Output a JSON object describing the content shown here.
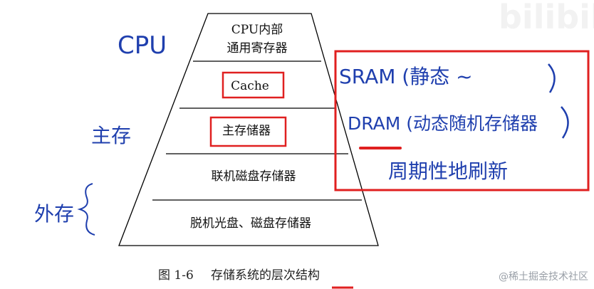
{
  "pyramid": {
    "levels": [
      {
        "lines": [
          "CPU内部",
          "通用寄存器"
        ],
        "highlighted": false
      },
      {
        "lines": [
          "Cache"
        ],
        "highlighted": true
      },
      {
        "lines": [
          "主存储器"
        ],
        "highlighted": true
      },
      {
        "lines": [
          "联机磁盘存储器"
        ],
        "highlighted": false
      },
      {
        "lines": [
          "脱机光盘、磁盘存储器"
        ],
        "highlighted": false
      }
    ]
  },
  "caption": {
    "figure_number": "图 1-6",
    "title": "存储系统的层次结构"
  },
  "annotations": {
    "cpu": "CPU",
    "main_memory": "主存",
    "external": "外存",
    "sram": "SRAM (静态 ~",
    "dram": "DRAM (动态随机存储器",
    "refresh": "周期性地刷新"
  },
  "watermarks": {
    "bilibili": "bilibili",
    "source": "@稀土掘金技术社区"
  },
  "colors": {
    "highlight_box": "#e02020",
    "ink": "#1f3fae",
    "outline": "#000000"
  }
}
